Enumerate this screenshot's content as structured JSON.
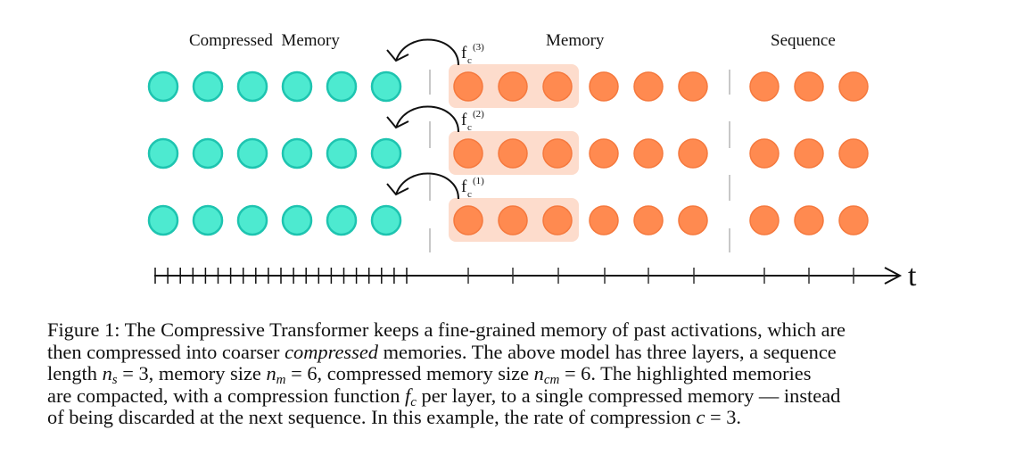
{
  "figure": {
    "section_labels": {
      "compressed_memory": "Compressed  Memory",
      "memory": "Memory",
      "sequence": "Sequence"
    },
    "layers": [
      {
        "layer": 3,
        "compression_fn_label": "f",
        "compression_fn_sub": "c",
        "compression_fn_sup": "(3)"
      },
      {
        "layer": 2,
        "compression_fn_label": "f",
        "compression_fn_sub": "c",
        "compression_fn_sup": "(2)"
      },
      {
        "layer": 1,
        "compression_fn_label": "f",
        "compression_fn_sub": "c",
        "compression_fn_sup": "(1)"
      }
    ],
    "counts": {
      "compressed_memory_slots": 6,
      "memory_slots": 6,
      "highlighted_memory_slots": 3,
      "sequence_slots": 3
    },
    "colors": {
      "compressed_fill": "#4dead0",
      "compressed_stroke": "#1ec4b0",
      "memory_fill": "#ff8a50",
      "memory_stroke": "#f5793e",
      "highlight": "#fddccc",
      "divider": "#c8c8c8",
      "ink": "#111111"
    },
    "axis": {
      "label": "t",
      "fine_ticks": 21,
      "coarse_ticks": 9
    }
  },
  "caption": {
    "line1": "Figure 1: The Compressive Transformer keeps a fine-grained memory of past activations, which are",
    "line2_a": "then compressed into coarser ",
    "line2_em": "compressed",
    "line2_b": " memories. The above model has three layers, a sequence",
    "line3_a": "length ",
    "ns_var": "n",
    "ns_sub": "s",
    "line3_b": " = 3, memory size ",
    "nm_var": "n",
    "nm_sub": "m",
    "line3_c": " = 6, compressed memory size ",
    "ncm_var": "n",
    "ncm_sub": "cm",
    "line3_d": " = 6. The highlighted memories",
    "line4_a": "are compacted, with a compression function ",
    "fc_var": "f",
    "fc_sub": "c",
    "line4_b": " per layer, to a single compressed memory — instead",
    "line5_a": "of being discarded at the next sequence. In this example, the rate of compression ",
    "c_var": "c",
    "line5_b": " = 3."
  }
}
